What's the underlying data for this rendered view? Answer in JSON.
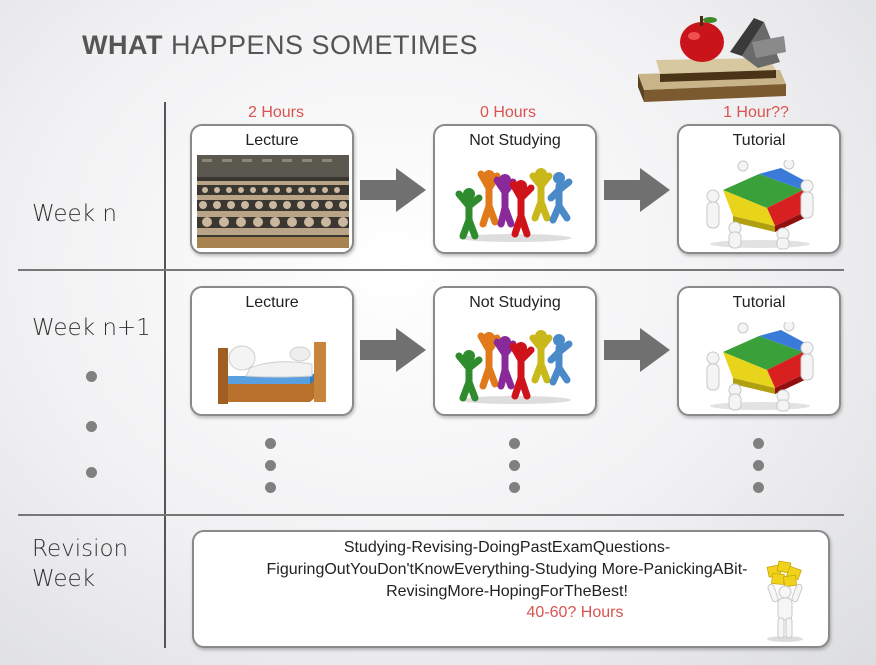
{
  "title": {
    "bold": "WHAT",
    "rest": " HAPPENS SOMETIMES"
  },
  "hours": {
    "lecture": "2 Hours",
    "not_studying": "0 Hours",
    "tutorial": "1 Hour??"
  },
  "weeks": [
    "Week n",
    "Week n+1"
  ],
  "cards": {
    "lecture": "Lecture",
    "not_studying": "Not Studying",
    "tutorial": "Tutorial"
  },
  "revision": {
    "label_line1": "Revision",
    "label_line2": "Week",
    "text_line1": "Studying-Revising-DoingPastExamQuestions-",
    "text_line2": "FiguringOutYouDon'tKnowEverything-Studying More-PanickingABit-",
    "text_line3": "RevisingMore-HopingForTheBest!",
    "hours": "40-60? Hours"
  },
  "colors": {
    "accent_red": "#d9534f",
    "arrow_gray": "#707070",
    "divider": "#555555"
  },
  "icons": [
    "apple-books-icon",
    "lecture-hall-photo",
    "sleeping-figure-icon",
    "dancing-figures-icon",
    "puzzle-team-icon",
    "stressed-figure-icon"
  ]
}
